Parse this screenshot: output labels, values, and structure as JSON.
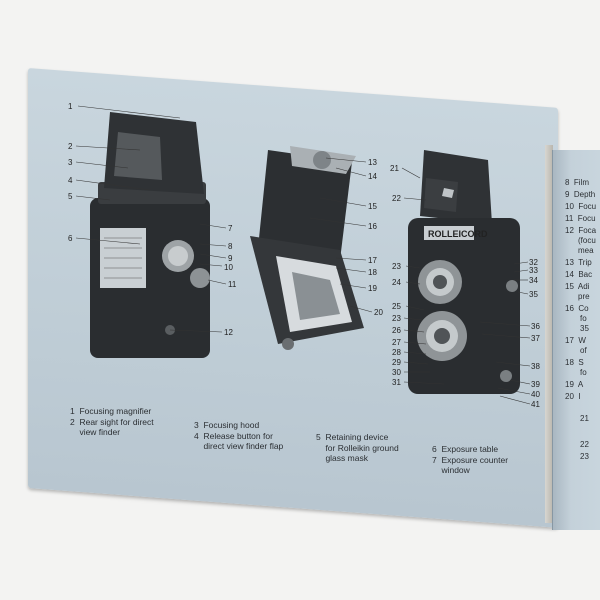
{
  "captions": {
    "c1": "1  Focusing magnifier\n2  Rear sight for direct\n    view finder",
    "c2": "3  Focusing hood\n4  Release button for\n    direct view finder flap",
    "c3": "5  Retaining device\n    for Rolleikin ground\n    glass mask",
    "c4": "6  Exposure table\n7  Exposure counter\n    window"
  },
  "brand": "ROLLEICORD",
  "left_numbers": [
    "1",
    "2",
    "3",
    "4",
    "5",
    "6"
  ],
  "right_of_cam1": [
    "7",
    "8",
    "9",
    "10",
    "11",
    "12"
  ],
  "cam2_numbers": [
    "13",
    "14",
    "15",
    "16",
    "17",
    "18",
    "19",
    "20"
  ],
  "cam3_left": [
    "21",
    "22",
    "23",
    "24",
    "25",
    "23",
    "26",
    "27",
    "28",
    "29",
    "30",
    "31"
  ],
  "cam3_right": [
    "32",
    "33",
    "34",
    "35",
    "36",
    "37",
    "38",
    "39",
    "40",
    "41"
  ],
  "right_page": [
    "8  Film",
    "9  Depth",
    "10  Focu",
    "11  Focu",
    "12  Foca",
    "(focu",
    "mea",
    "13  Trip",
    "14  Bac",
    "15  Adi",
    "pre",
    "16  Co",
    "fo",
    "35",
    "17  W",
    "of",
    "18  S",
    "fo",
    "19  A",
    "20  I",
    "21",
    "22",
    "23"
  ]
}
